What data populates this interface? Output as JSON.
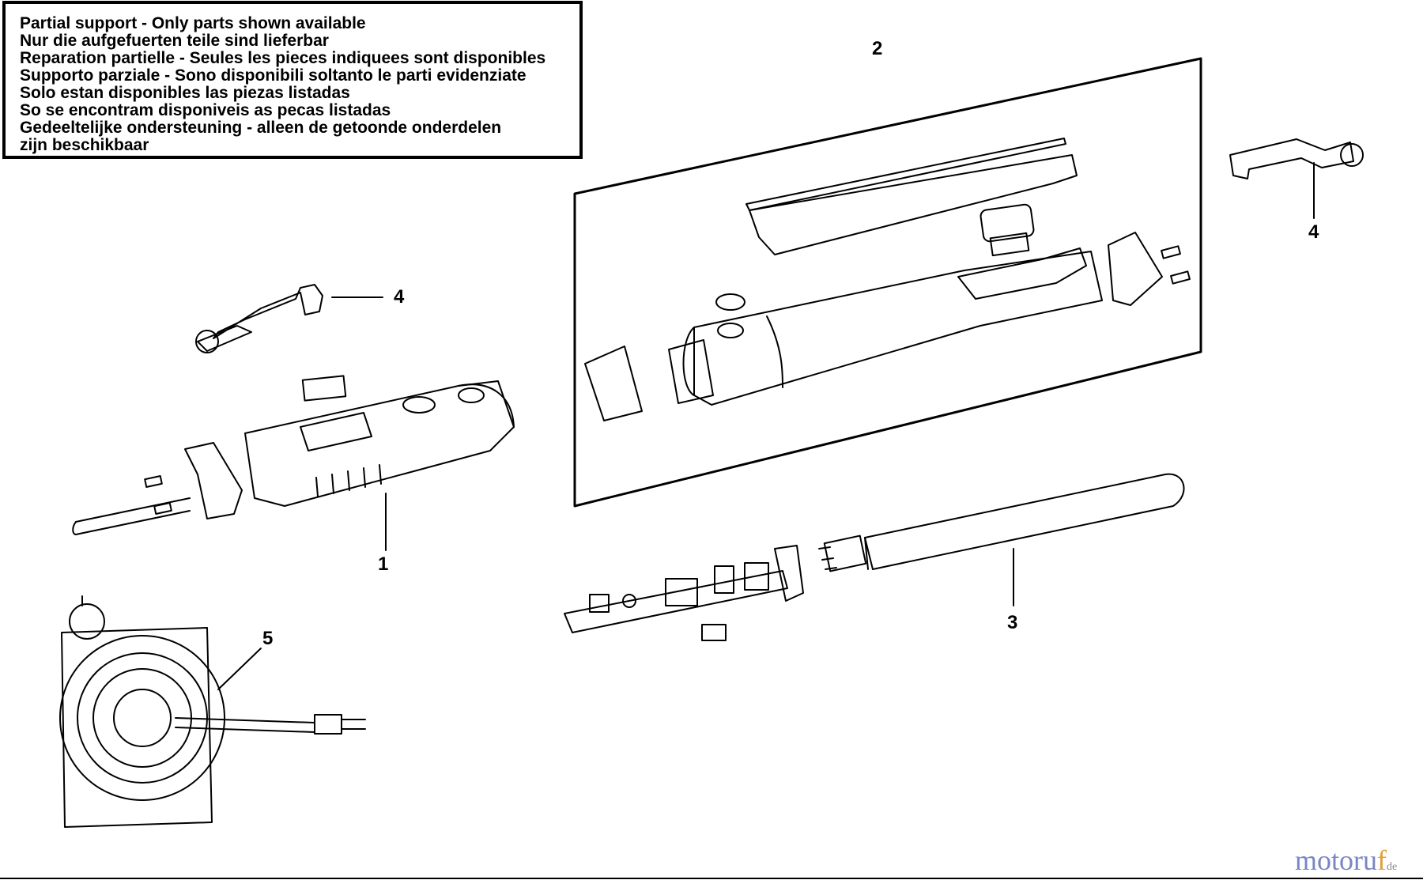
{
  "notice": {
    "lines": [
      "Partial support - Only parts shown available",
      "Nur die aufgefuerten teile sind lieferbar",
      "Reparation partielle - Seules les pieces indiquees sont disponibles",
      "Supporto parziale - Sono disponibili soltanto le parti evidenziate",
      "Solo estan disponibles las piezas listadas",
      "So se encontram disponiveis as pecas listadas",
      "Gedeeltelijke ondersteuning - alleen de getoonde onderdelen",
      "zijn beschikbaar"
    ]
  },
  "callouts": {
    "part1": "1",
    "part2": "2",
    "part3": "3",
    "part4_left": "4",
    "part4_right": "4",
    "part5": "5"
  },
  "watermark": {
    "part_a": "motoru",
    "part_b": "f",
    "suffix": "de"
  }
}
